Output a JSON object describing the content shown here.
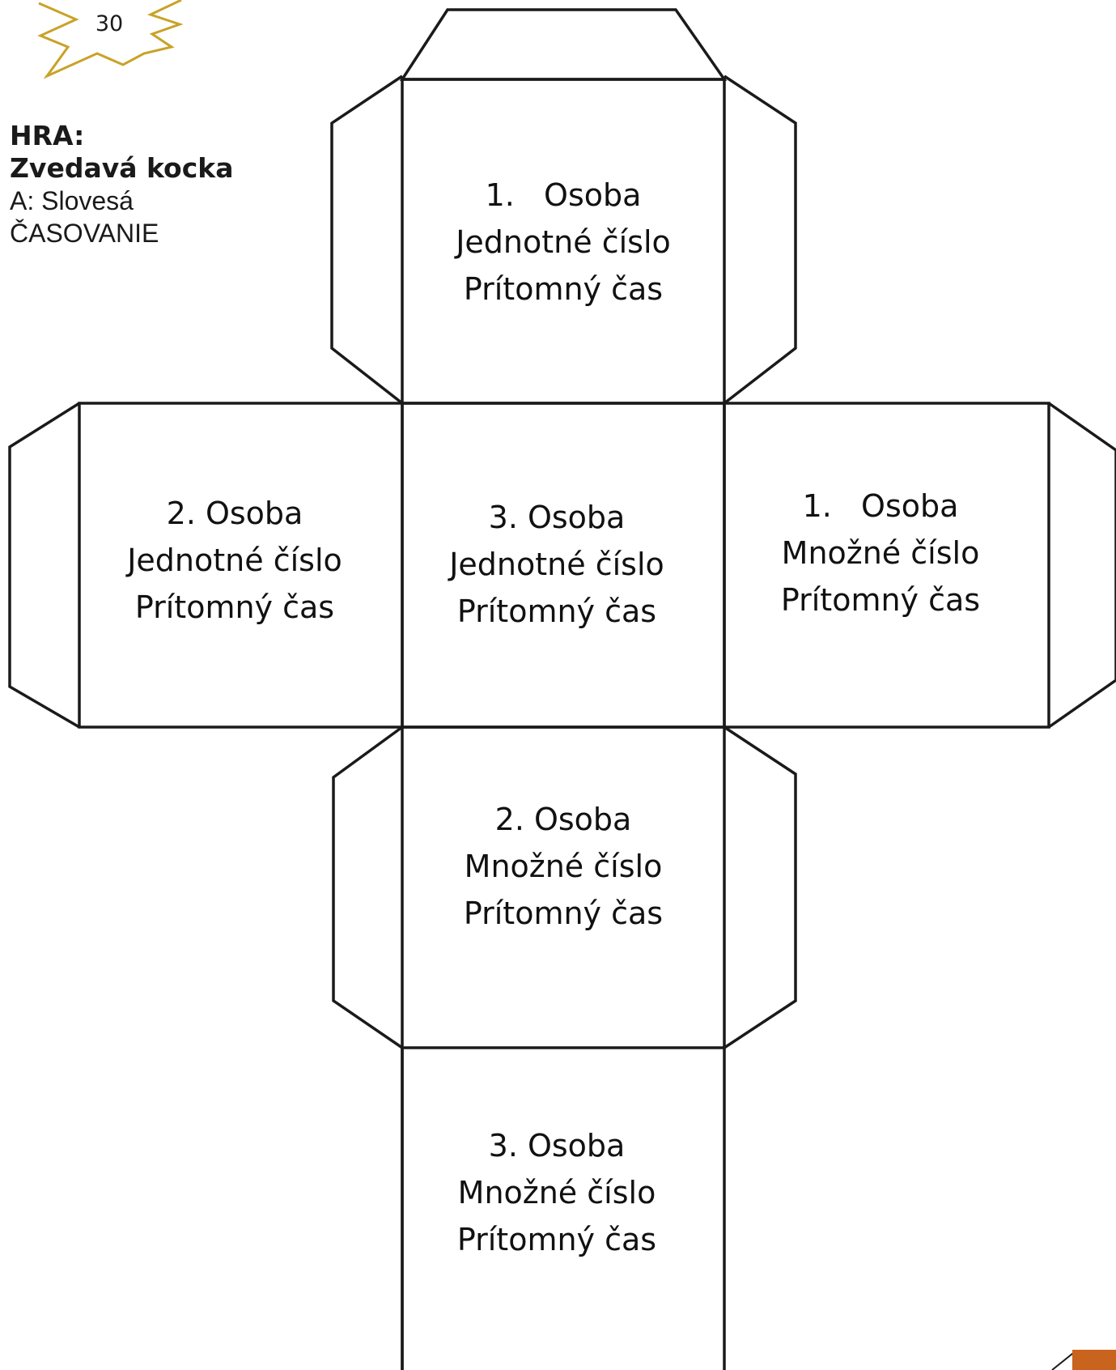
{
  "badge": {
    "number": "30",
    "color": "#c9a227"
  },
  "header": {
    "game_label": "HRA:",
    "game_title": "Zvedavá kocka",
    "section": "A: Slovesá",
    "topic": "ČASOVANIE"
  },
  "faces": [
    {
      "line1": "1.   Osoba",
      "line2": "Jednotné číslo",
      "line3": "Prítomný čas"
    },
    {
      "line1": "2. Osoba",
      "line2": "Jednotné číslo",
      "line3": "Prítomný čas"
    },
    {
      "line1": "3. Osoba",
      "line2": "Jednotné číslo",
      "line3": "Prítomný čas"
    },
    {
      "line1": "1.   Osoba",
      "line2": "Množné číslo",
      "line3": "Prítomný čas"
    },
    {
      "line1": "2. Osoba",
      "line2": "Množné číslo",
      "line3": "Prítomný čas"
    },
    {
      "line1": "3. Osoba",
      "line2": "Množné číslo",
      "line3": "Prítomný čas"
    }
  ],
  "colors": {
    "line": "#1a1a1a",
    "badge_stroke": "#c9a227",
    "corner_accent": "#c9641f"
  }
}
